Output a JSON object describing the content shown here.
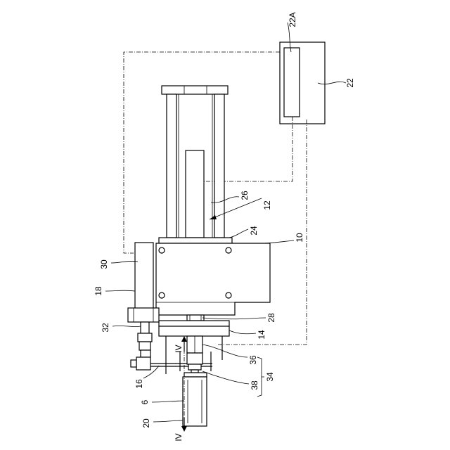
{
  "labels": {
    "l22A": "22A",
    "l22": "22",
    "l26": "26",
    "l12": "12",
    "l24": "24",
    "l10": "10",
    "l30": "30",
    "l18": "18",
    "l28": "28",
    "l32": "32",
    "l14": "14",
    "l36": "36",
    "l34": "34",
    "l38": "38",
    "l16": "16",
    "l6": "6",
    "l20": "20",
    "sectionTop": "IV",
    "sectionBottom": "IV"
  }
}
